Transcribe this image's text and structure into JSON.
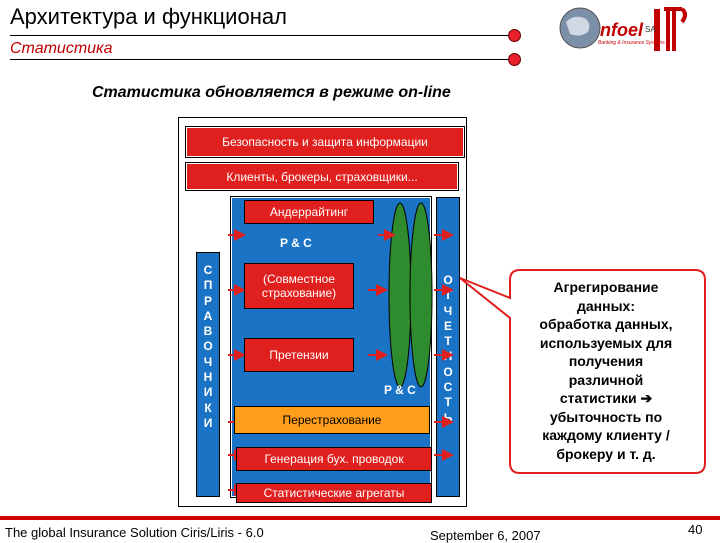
{
  "header": {
    "title": "Архитектура и функционал",
    "subtitle": "Статистика"
  },
  "logo": {
    "brand": "nfoel",
    "suffix": "SA",
    "tagline": "Banking & Insurance Systems"
  },
  "diagram": {
    "heading": "Статистика обновляется в режиме on-line",
    "security": "Безопасность и защита информации",
    "clients": "Клиенты, брокеры, страховщики...",
    "underwriting": "Андеррайтинг",
    "pc_top": "P & C",
    "coinsurance": "(Совместное страхование)",
    "claims": "Претензии",
    "pc_bottom": "P & C",
    "reinsurance": "Перестрахование",
    "accounting": "Генерация бух. проводок",
    "aggregates": "Статистические агрегаты",
    "left_vertical": [
      "С",
      "П",
      "Р",
      "А",
      "В",
      "О",
      "Ч",
      "Н",
      "И",
      "К",
      "И"
    ],
    "right_vertical": [
      "О",
      "Т",
      "Ч",
      "Е",
      "Т",
      "Н",
      "О",
      "С",
      "Т",
      "Ь"
    ],
    "colors": {
      "red": "#e0201e",
      "blue": "#1a73c4",
      "orange": "#ff9e1a",
      "green": "#2e8b2e"
    }
  },
  "callout": {
    "lines": [
      "Агрегирование",
      "данных:",
      "обработка данных,",
      "используемых для",
      "получения",
      "различной",
      "статистики ➔",
      "убыточность по",
      "каждому клиенту /",
      "брокеру и т. д."
    ]
  },
  "footer": {
    "left": "The global Insurance Solution  Ciris/Liris - 6.0",
    "date": "September 6, 2007",
    "page": "40"
  }
}
